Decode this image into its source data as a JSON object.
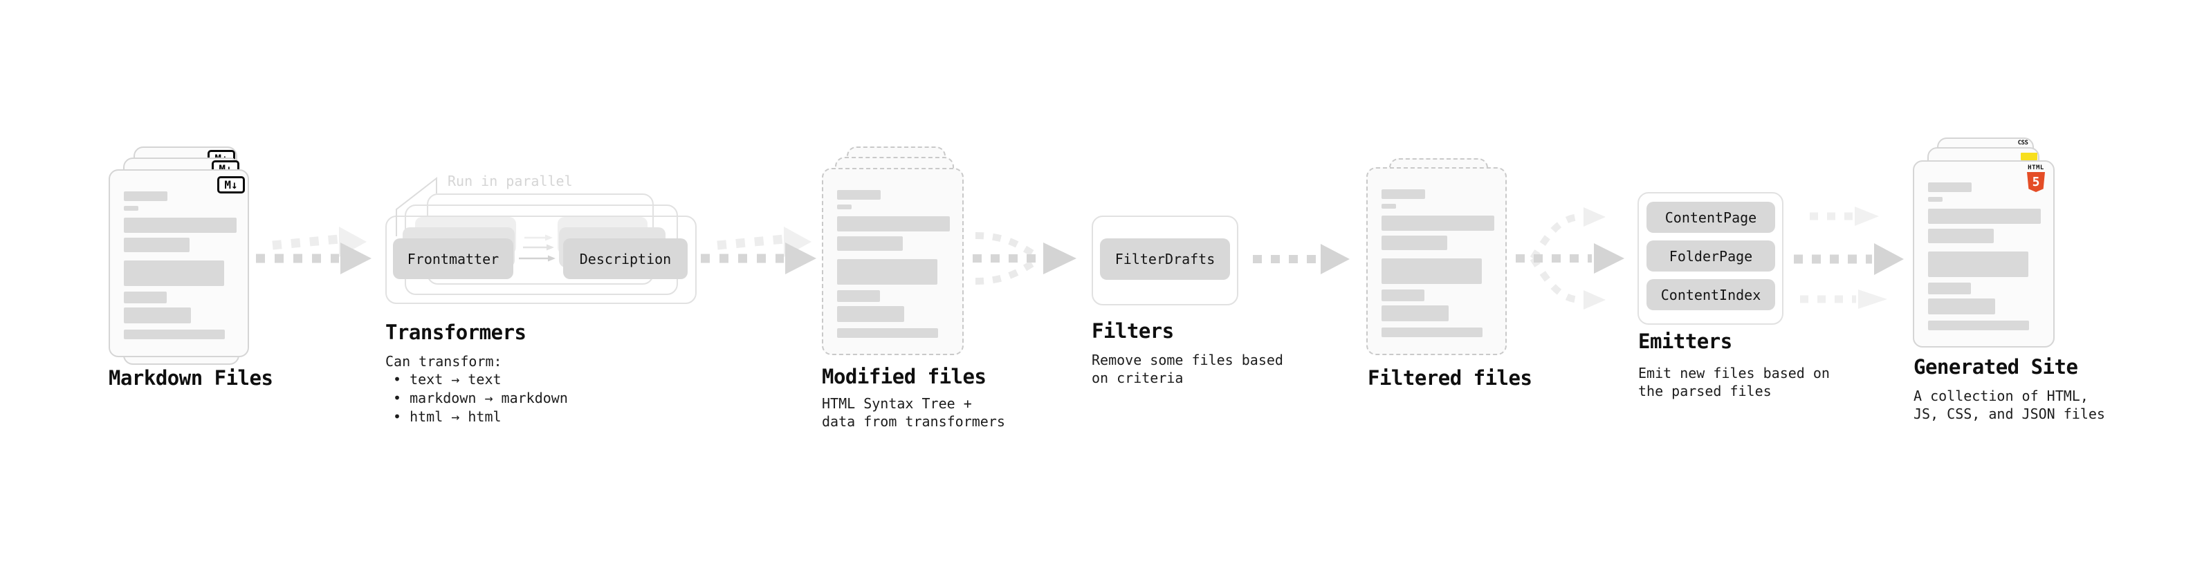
{
  "stages": {
    "markdown_files": {
      "label": "Markdown Files"
    },
    "transformers": {
      "label": "Transformers",
      "note": "Run in parallel",
      "pill_frontmatter": "Frontmatter",
      "pill_description": "Description",
      "desc_intro": "Can transform:",
      "bullets": [
        "• text → text",
        "• markdown → markdown",
        "• html → html"
      ]
    },
    "modified_files": {
      "label": "Modified files",
      "subtitle": [
        "HTML Syntax Tree +",
        "data from transformers"
      ]
    },
    "filters": {
      "label": "Filters",
      "pill": "FilterDrafts",
      "subtitle": [
        "Remove some files based",
        "on criteria"
      ]
    },
    "filtered_files": {
      "label": "Filtered files"
    },
    "emitters": {
      "label": "Emitters",
      "pills": [
        "ContentPage",
        "FolderPage",
        "ContentIndex"
      ],
      "subtitle": [
        "Emit new files based on",
        "the parsed files"
      ]
    },
    "generated_site": {
      "label": "Generated Site",
      "subtitle": [
        "A collection of HTML,",
        "JS, CSS, and JSON files"
      ]
    }
  },
  "badges": {
    "markdown": "M↓",
    "html5_text": "HTML",
    "html5_number": "5",
    "css": "CSS"
  },
  "colors": {
    "html5_orange": "#e44d26",
    "js_yellow": "#f7df1e",
    "css_blue": "#2862e9",
    "arrow_dark": "#d6d6d6",
    "arrow_light": "#ededed",
    "heading_text": "#0f0f0f",
    "muted_note": "#d5d5d5",
    "placeholder_bar": "#d9d9d9"
  }
}
